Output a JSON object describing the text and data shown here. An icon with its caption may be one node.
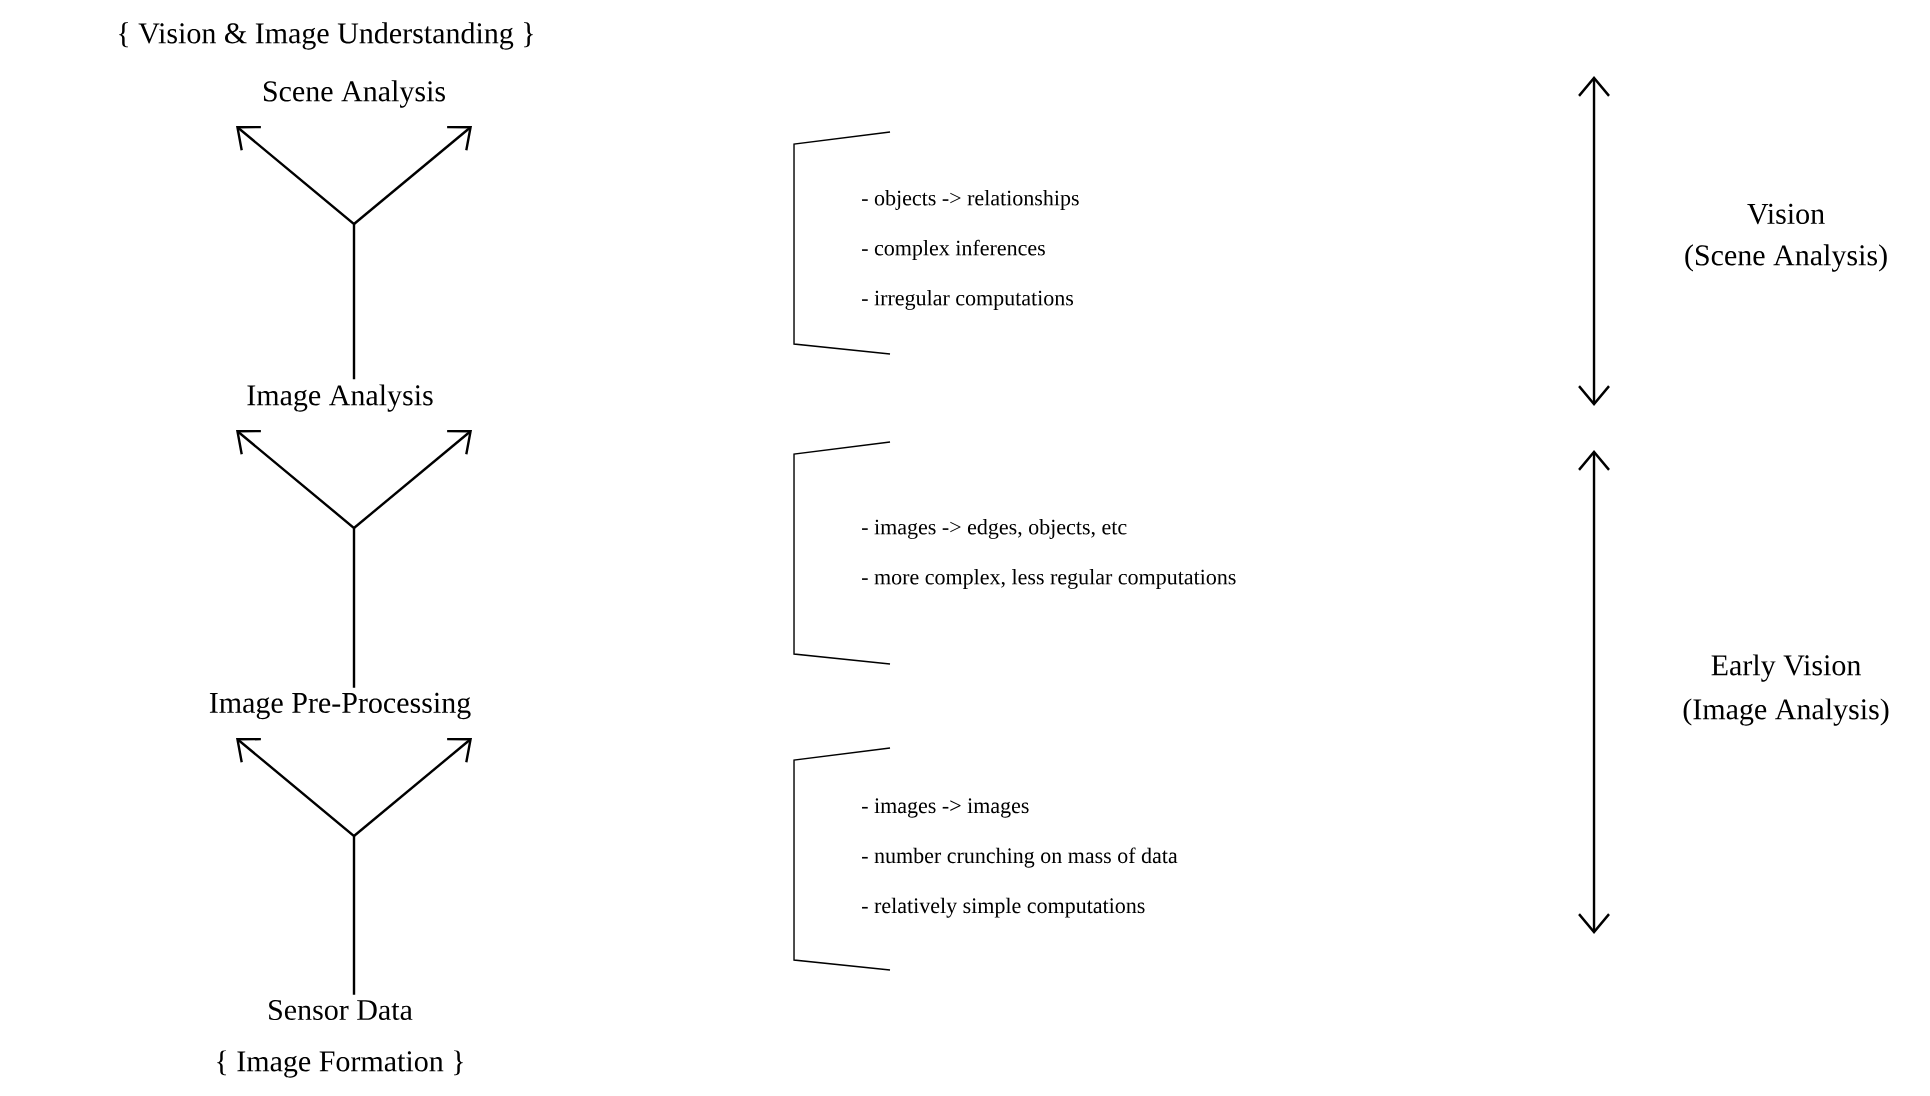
{
  "diagram": {
    "nodes": [
      {
        "text": [
          "Scene Analysis"
        ],
        "beside": [
          "{ Vision & Image Understanding }"
        ]
      },
      {
        "text": [
          "Image Analysis"
        ]
      },
      {
        "text": [
          "Image Pre-Processing"
        ]
      },
      {
        "text": [
          "Sensor Data"
        ],
        "beside": [
          "{ Image Formation }"
        ]
      },
      {
        "text": [
          "- objects -> relationships",
          "- complex inferences",
          "- irregular computations"
        ]
      },
      {
        "text": [
          "- images -> edges, objects, etc",
          "- more complex, less regular computations"
        ]
      },
      {
        "text": [
          "- images -> images",
          "- number crunching on mass of data",
          "- relatively simple computations"
        ]
      }
    ],
    "edges": [
      {
        "from": 1,
        "to": 0,
        "arrow": "to"
      },
      {
        "from": 2,
        "to": 1,
        "arrow": "to"
      },
      {
        "from": 3,
        "to": 2,
        "arrow": "to"
      }
    ],
    "labels": [
      "Vision",
      "(Scene Analysis)",
      "Early Vision",
      "(Image Analysis)"
    ]
  }
}
